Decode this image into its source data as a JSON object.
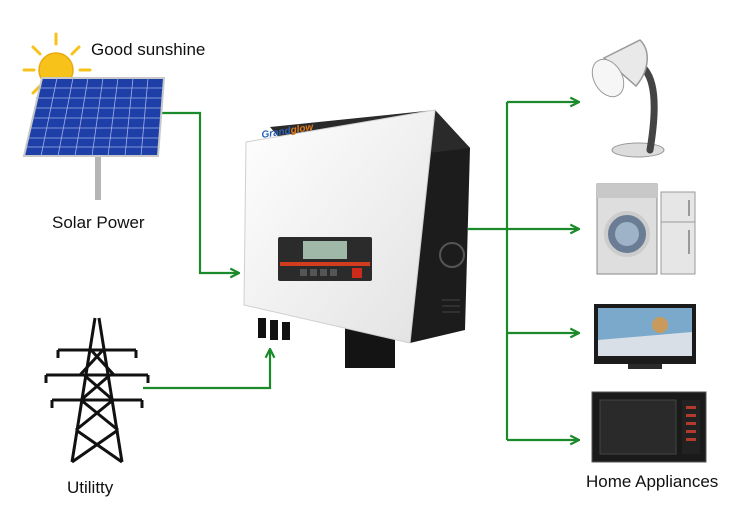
{
  "labels": {
    "sunshine": "Good sunshine",
    "solar": "Solar Power",
    "utility": "Utilitty",
    "appliances": "Home Appliances"
  },
  "inverter": {
    "brand_a": "Grand",
    "brand_b": "glow"
  },
  "colors": {
    "connector": "#1a8a2a",
    "sun": "#f7c21a",
    "panel": "#1f3fa8",
    "inverter_body": "#f2f2f2",
    "inverter_side": "#1c1c1c"
  }
}
